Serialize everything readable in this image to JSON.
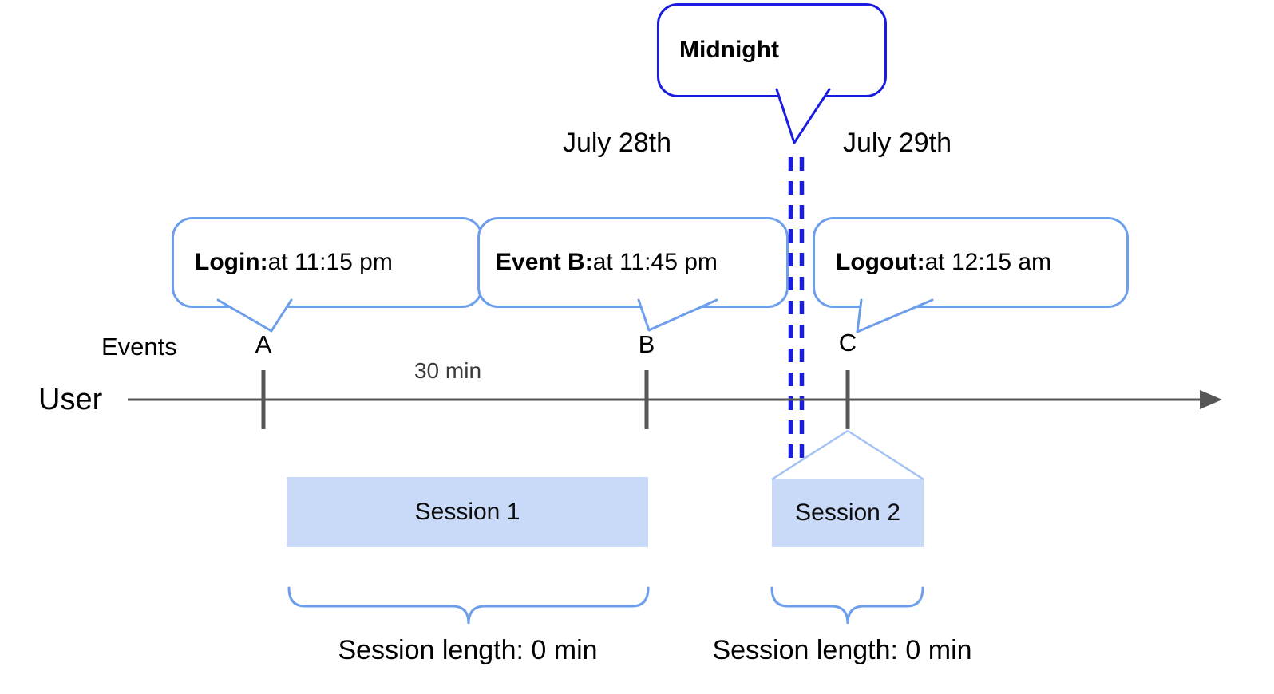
{
  "dates": {
    "before_midnight": "July 28th",
    "after_midnight": "July 29th"
  },
  "midnight_callout": {
    "label": "Midnight"
  },
  "callouts": {
    "login": {
      "label": "Login:",
      "time": " at 11:15 pm"
    },
    "event_b": {
      "label": "Event B:",
      "time": " at 11:45 pm"
    },
    "logout": {
      "label": "Logout:",
      "time": " at 12:15 am"
    }
  },
  "axis": {
    "events_label": "Events",
    "user_label": "User",
    "interval_label": "30 min",
    "markers": [
      "A",
      "B",
      "C"
    ]
  },
  "sessions": [
    {
      "name": "Session 1",
      "length_label": "Session length: 0 min"
    },
    {
      "name": "Session 2",
      "length_label": "Session length: 0 min"
    }
  ],
  "colors": {
    "callout_border": "#6d9eeb",
    "midnight_border": "#1a1de0",
    "dashed_midnight_line": "#1a1de0",
    "session_fill": "#c9daf8",
    "session_connector": "#a4c2f4",
    "axis_gray": "#575757",
    "text": "#000000"
  }
}
